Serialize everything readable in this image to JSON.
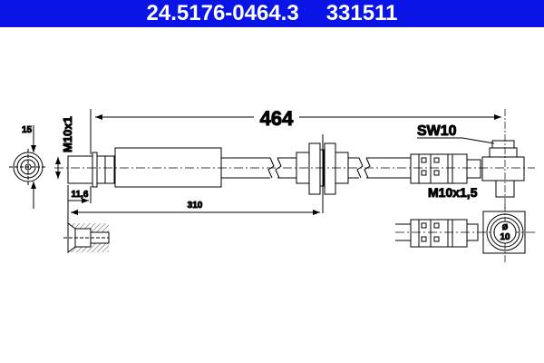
{
  "header": {
    "part_number": "24.5176-0464.3",
    "ref_number": "331511",
    "background_color": "#0a14e6"
  },
  "drawing": {
    "total_length": "464",
    "partial_length": "310",
    "left_thread": "M10x1",
    "left_fitting_width": "11,6",
    "left_face_dim": "15",
    "wrench_size": "SW10",
    "right_thread": "M10x1,5",
    "banjo_diameter_symbol": "Ø",
    "banjo_diameter": "10"
  }
}
